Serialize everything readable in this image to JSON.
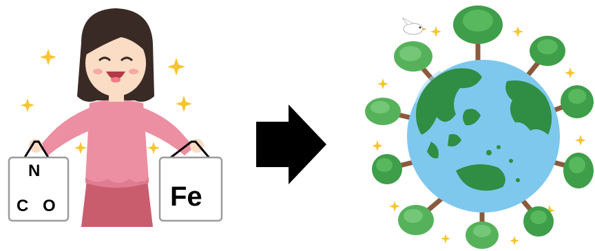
{
  "left_illustration": {
    "subject": "woman-holding-two-shopping-bags",
    "left_bag_letters": {
      "top": "N",
      "bottom_left": "C",
      "bottom_right": "O"
    },
    "right_bag_label": "Fe"
  },
  "arrow": {
    "icon": "right-arrow-icon",
    "color": "#000000"
  },
  "right_illustration": {
    "subject": "earth-globe-surrounded-by-trees"
  },
  "colors": {
    "sparkle": "#f7c531",
    "shirt": "#ec8fa3",
    "skirt": "#c95d6e",
    "hair": "#3a2a26",
    "skin": "#fbdcc4",
    "ocean": "#7ec8ee",
    "land": "#2f8e43",
    "tree_leaves": "#4caf50",
    "tree_trunk": "#8b5a3c"
  }
}
